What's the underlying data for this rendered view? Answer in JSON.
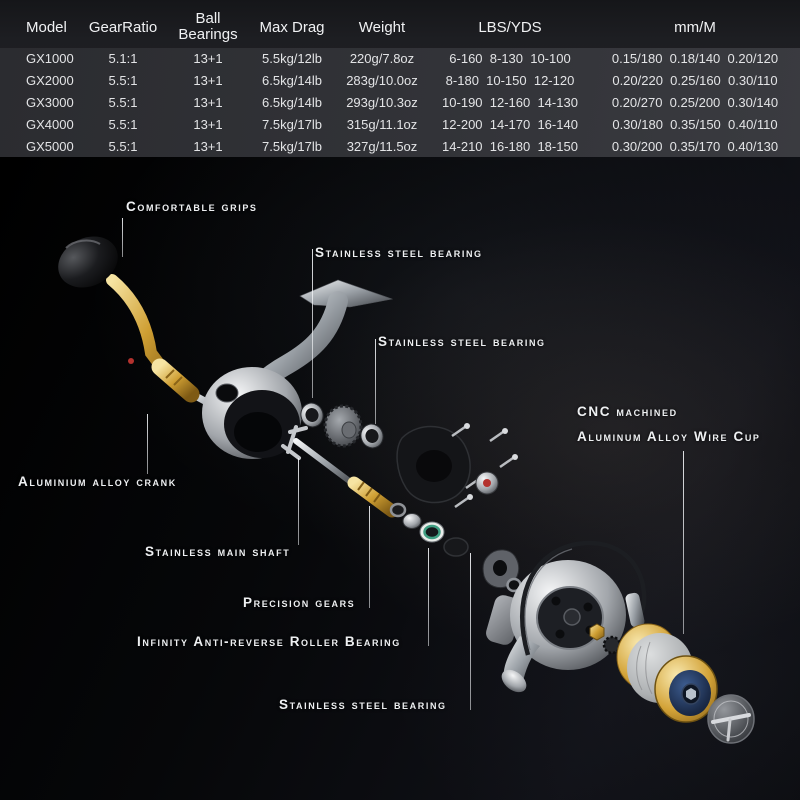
{
  "table": {
    "headers": {
      "model": "Model",
      "gear_ratio": "GearRatio",
      "ball_bearings_line1": "Ball",
      "ball_bearings_line2": "Bearings",
      "max_drag": "Max Drag",
      "weight": "Weight",
      "lbs_yds": "LBS/YDS",
      "mm_m": "mm/M"
    },
    "rows": [
      {
        "model": "GX1000",
        "gear_ratio": "5.1:1",
        "ball_bearings": "13+1",
        "max_drag": "5.5kg/12lb",
        "weight": "220g/7.8oz",
        "lbs_yds": "6-160  8-130  10-100",
        "mm_m": "0.15/180  0.18/140  0.20/120"
      },
      {
        "model": "GX2000",
        "gear_ratio": "5.5:1",
        "ball_bearings": "13+1",
        "max_drag": "6.5kg/14lb",
        "weight": "283g/10.0oz",
        "lbs_yds": "8-180  10-150  12-120",
        "mm_m": "0.20/220  0.25/160  0.30/110"
      },
      {
        "model": "GX3000",
        "gear_ratio": "5.5:1",
        "ball_bearings": "13+1",
        "max_drag": "6.5kg/14lb",
        "weight": "293g/10.3oz",
        "lbs_yds": "10-190  12-160  14-130",
        "mm_m": "0.20/270  0.25/200  0.30/140"
      },
      {
        "model": "GX4000",
        "gear_ratio": "5.5:1",
        "ball_bearings": "13+1",
        "max_drag": "7.5kg/17lb",
        "weight": "315g/11.1oz",
        "lbs_yds": "12-200  14-170  16-140",
        "mm_m": "0.30/180  0.35/150  0.40/110"
      },
      {
        "model": "GX5000",
        "gear_ratio": "5.5:1",
        "ball_bearings": "13+1",
        "max_drag": "7.5kg/17lb",
        "weight": "327g/11.5oz",
        "lbs_yds": "14-210  16-180  18-150",
        "mm_m": "0.30/200  0.35/170  0.40/130"
      }
    ]
  },
  "callouts": {
    "comfortable_grips": "Comfortable grips",
    "stainless_bearing_top": "Stainless steel bearing",
    "stainless_bearing_mid": "Stainless steel bearing",
    "aluminium_alloy_crank": "Aluminium alloy crank",
    "stainless_main_shaft": "Stainless main shaft",
    "precision_gears": "Precision gears",
    "infinity_anti_reverse": "Infinity Anti-reverse Roller Bearing",
    "stainless_bearing_bottom": "Stainless steel bearing",
    "cnc_line1": "CNC machined",
    "cnc_line2": "Aluminum Alloy Wire Cup"
  },
  "colors": {
    "gold": "#cf9f33",
    "spool_navy": "#1c2c4a",
    "table_background": "#232428",
    "diagram_background": "#0a0b0e",
    "text": "#eef0f2"
  }
}
